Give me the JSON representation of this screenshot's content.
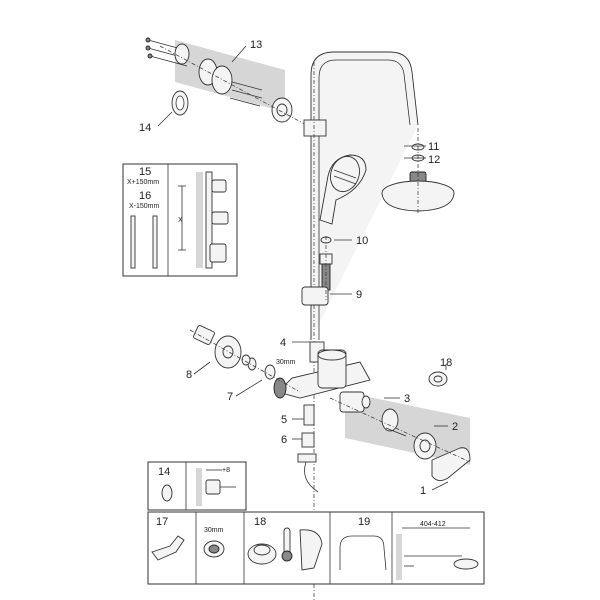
{
  "callouts": {
    "c1": "1",
    "c2": "2",
    "c3": "3",
    "c4": "4",
    "c5": "5",
    "c6": "6",
    "c7": "7",
    "c8": "8",
    "c9": "9",
    "c10": "10",
    "c11": "11",
    "c12": "12",
    "c13": "13",
    "c14": "14",
    "c18": "18"
  },
  "dimensions": {
    "thread_30mm": "30mm"
  },
  "inset_box": {
    "label_15": "15",
    "label_15_sub": "X+150mm",
    "label_16": "16",
    "label_16_sub": "X-150mm",
    "dim_x": "X"
  },
  "bottom_panels": {
    "p14_label": "14",
    "p14_dim": "+8",
    "p17_label": "17",
    "p17_dim": "30mm",
    "p18_label": "18",
    "p19_label": "19",
    "p19_dim": "404-412"
  }
}
